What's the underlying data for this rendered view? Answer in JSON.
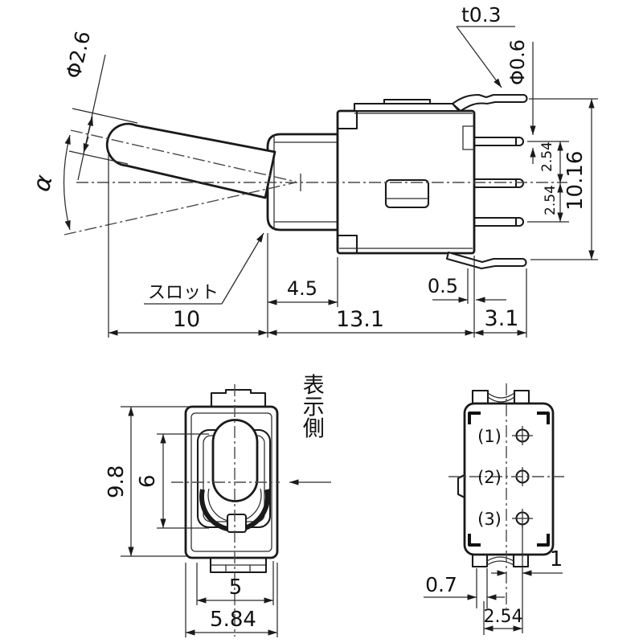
{
  "views": {
    "side": {
      "lever_diameter": "Φ2.6",
      "throw_angle": "α",
      "terminal_thickness": "t0.3",
      "terminal_diameter": "Φ0.6",
      "pitch_upper": "2.54",
      "pitch_lower": "2.54",
      "terminal_span": "10.16",
      "slot_label": "スロット",
      "bushing_length": "4.5",
      "setback": "0.5",
      "lever_length": "10",
      "body_length": "13.1",
      "terminal_length": "3.1"
    },
    "top": {
      "body_length": "9.8",
      "opening_length": "6",
      "tab_width": "5",
      "body_width": "5.84",
      "display_side": "表示側"
    },
    "bottom": {
      "terminal_labels": [
        "(1)",
        "(2)",
        "(3)"
      ],
      "tab_offset": "0.7",
      "pitch": "2.54",
      "center_offset": "1"
    }
  }
}
